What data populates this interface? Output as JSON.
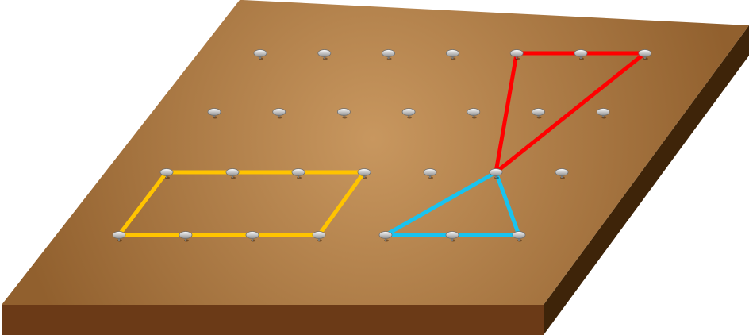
{
  "colors": {
    "board_light": "#c8975f",
    "board_dark": "#91602e",
    "side_front": "#6b3a17",
    "side_right": "#3e2409",
    "peg_light": "#ffffff",
    "peg_dark": "#8c8c8c"
  },
  "pegboard": {
    "rows": 4,
    "cols": 7
  },
  "shapes": [
    {
      "name": "red-triangle",
      "kind": "triangle",
      "color": "#ff0000",
      "vertices": [
        [
          0,
          4
        ],
        [
          0,
          6
        ],
        [
          2,
          5
        ]
      ]
    },
    {
      "name": "yellow-parallelogram",
      "kind": "parallelogram",
      "color": "#ffc400",
      "vertices": [
        [
          2,
          0
        ],
        [
          2,
          3
        ],
        [
          3,
          3
        ],
        [
          3,
          0
        ]
      ]
    },
    {
      "name": "blue-triangle",
      "kind": "triangle",
      "color": "#18c3f0",
      "vertices": [
        [
          3,
          4
        ],
        [
          2,
          5
        ],
        [
          3,
          6
        ]
      ]
    }
  ]
}
